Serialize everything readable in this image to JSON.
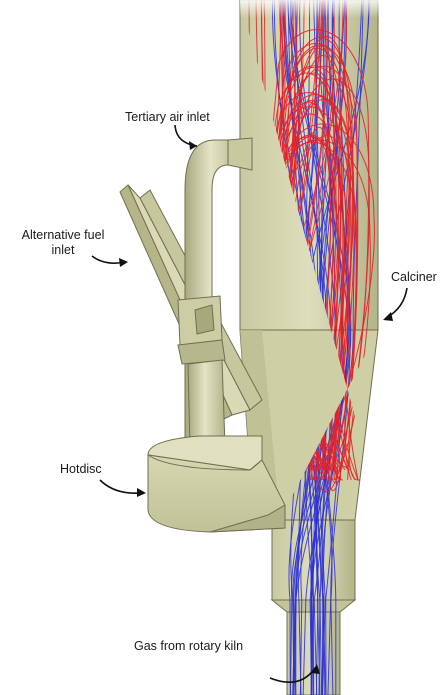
{
  "labels": {
    "tertiary_air_inlet": "Tertiary air inlet",
    "alternative_fuel_inlet_line1": "Alternative fuel",
    "alternative_fuel_inlet_line2": "inlet",
    "calciner": "Calciner",
    "hotdisc": "Hotdisc",
    "gas_from_rotary_kiln": "Gas from rotary kiln"
  },
  "colors": {
    "equipment_fill": "#d8d8b4",
    "equipment_shade": "#b9b98f",
    "equipment_edge": "#6f6f52",
    "streamline_red": "#e2232a",
    "streamline_blue": "#2b2fd6",
    "annotation_arrow": "#111111"
  },
  "icons": [
    "curved-arrow-icon"
  ]
}
